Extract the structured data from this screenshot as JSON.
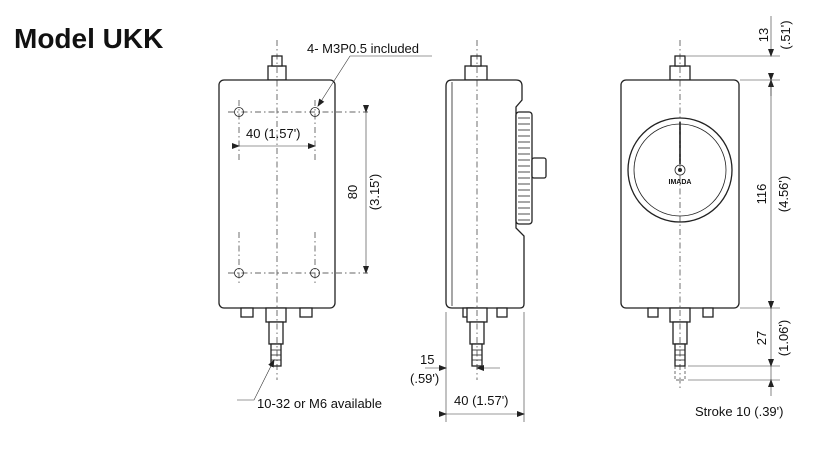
{
  "title": "Model UKK",
  "callouts": {
    "mount_holes": "4- M3P0.5 included",
    "thread": "10-32 or M6 available",
    "brand": "IMADA"
  },
  "dimensions": {
    "hole_width": "40 (1.57')",
    "hole_height_mm": "80",
    "hole_height_in": "(3.15')",
    "side_offset_mm": "15",
    "side_offset_in": "(.59')",
    "side_width": "40 (1.57')",
    "top_tip_mm": "13",
    "top_tip_in": "(.51')",
    "body_height_mm": "116",
    "body_height_in": "(4.56')",
    "bottom_tip_mm": "27",
    "bottom_tip_in": "(1.06')",
    "stroke": "Stroke 10 (.39')"
  }
}
